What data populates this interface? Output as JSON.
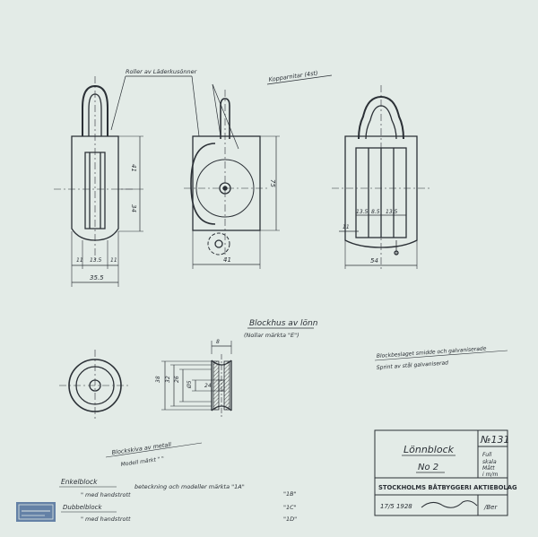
{
  "callouts": {
    "roller": "Roller av Läderkusönner",
    "kopparnitar": "Kopparnitar (4st)",
    "blockhus_1": "Blockhus av lönn",
    "blockhus_2": "(Nollar märkta \"E\")",
    "beslag_1": "Blockbeslaget smidde och galvaniserade",
    "beslag_2": "Sprint av stål galvaniserad",
    "skiva_1": "Blockskiva av metall",
    "skiva_2": "Modell märkt \" \""
  },
  "dimensions": {
    "h41": "41",
    "h34": "34",
    "h75": "75",
    "w11a": "11",
    "w135": "13.5",
    "w11b": "11",
    "w355": "35.5",
    "w41": "41",
    "w135a": "13.5",
    "w85": "8.5",
    "w135b": "13.5",
    "w11c": "11",
    "w54": "54",
    "side_a": "8",
    "side_b": "24",
    "sheave_38": "38",
    "sheave_32": "32",
    "sheave_26": "26",
    "sheave_d": "Ø5"
  },
  "title_block": {
    "title": "Lönnblock",
    "number": "No 2",
    "sheet_no": "№131",
    "scale_1": "Full",
    "scale_2": "skala",
    "scale_3": "Mått",
    "scale_4": "i m/m",
    "company": "STOCKHOLMS BÅTBYGGERI AKTIEBOLAG",
    "date": "17/5 1928",
    "signature": "[signature]"
  },
  "table": {
    "header_left": "Enkelblock",
    "header_right": "beteckning och modeller märkta \"1A\"",
    "rows": [
      {
        "left": "\"    med handstrott",
        "mark": "\"1B\""
      },
      {
        "left": "Dubbelblock",
        "mark": "\"1C\""
      },
      {
        "left": "\"    med handstrott",
        "mark": "\"1D\""
      }
    ]
  }
}
